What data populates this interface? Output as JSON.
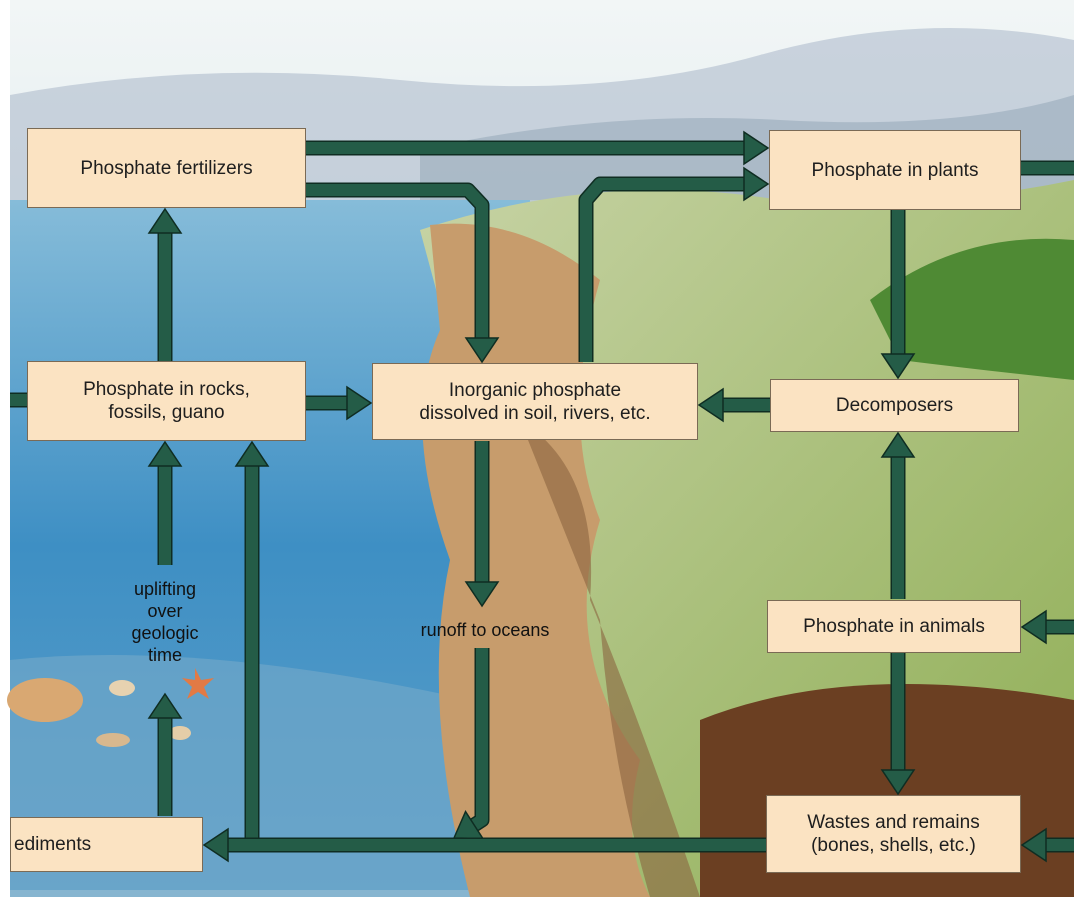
{
  "diagram": {
    "nodes": {
      "fertilizers": "Phosphate fertilizers",
      "plants": "Phosphate in plants",
      "rocks": "Phosphate in rocks,\nfossils, guano",
      "inorganic": "Inorganic phosphate\ndissolved in soil, rivers, etc.",
      "decomposers": "Decomposers",
      "animals": "Phosphate in animals",
      "wastes": "Wastes and remains\n(bones, shells, etc.)",
      "sediments": "ediments"
    },
    "labels": {
      "uplifting": "uplifting\nover\ngeologic\ntime",
      "runoff": "runoff to oceans"
    },
    "colors": {
      "arrow": "#245c47",
      "box_fill": "#fbe3c2",
      "sky": "#c6dde6",
      "ocean": "#3f8fc2",
      "land": "#9fb86a",
      "cliff": "#b48a5a"
    }
  }
}
